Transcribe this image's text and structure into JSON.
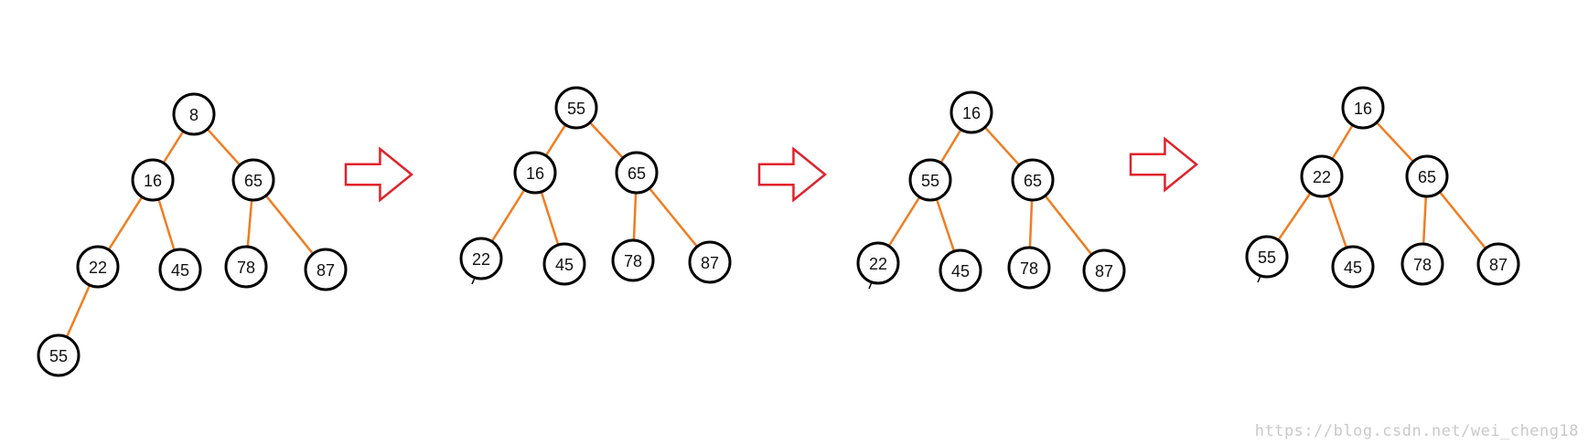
{
  "colors": {
    "edge": "#f07d22",
    "arrow": "#e0222b",
    "node_stroke": "#000000"
  },
  "trees": [
    {
      "nodes": [
        "8",
        "16",
        "65",
        "22",
        "45",
        "78",
        "87",
        "55"
      ],
      "edges": [
        [
          "8",
          "16"
        ],
        [
          "8",
          "65"
        ],
        [
          "16",
          "22"
        ],
        [
          "16",
          "45"
        ],
        [
          "65",
          "78"
        ],
        [
          "65",
          "87"
        ],
        [
          "22",
          "55"
        ]
      ]
    },
    {
      "nodes": [
        "55",
        "16",
        "65",
        "22",
        "45",
        "78",
        "87"
      ],
      "edges": [
        [
          "55",
          "16"
        ],
        [
          "55",
          "65"
        ],
        [
          "16",
          "22"
        ],
        [
          "16",
          "45"
        ],
        [
          "65",
          "78"
        ],
        [
          "65",
          "87"
        ]
      ]
    },
    {
      "nodes": [
        "16",
        "55",
        "65",
        "22",
        "45",
        "78",
        "87"
      ],
      "edges": [
        [
          "16",
          "55"
        ],
        [
          "16",
          "65"
        ],
        [
          "55",
          "22"
        ],
        [
          "55",
          "45"
        ],
        [
          "65",
          "78"
        ],
        [
          "65",
          "87"
        ]
      ]
    },
    {
      "nodes": [
        "16",
        "22",
        "65",
        "55",
        "45",
        "78",
        "87"
      ],
      "edges": [
        [
          "16",
          "22"
        ],
        [
          "16",
          "65"
        ],
        [
          "22",
          "55"
        ],
        [
          "22",
          "45"
        ],
        [
          "65",
          "78"
        ],
        [
          "65",
          "87"
        ]
      ]
    }
  ],
  "arrows": [
    "right-arrow-icon",
    "right-arrow-icon",
    "right-arrow-icon"
  ],
  "watermark": "https://blog.csdn.net/wei_cheng18"
}
